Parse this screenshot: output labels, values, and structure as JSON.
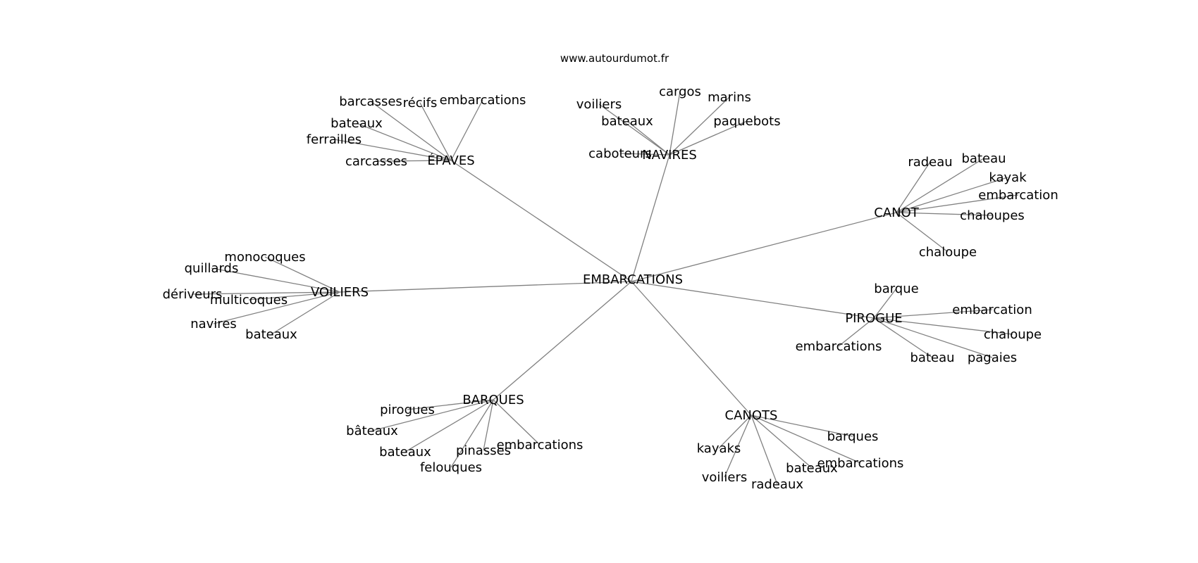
{
  "source": "www.autourdumot.fr",
  "center": "EMBARCATIONS",
  "clusters": [
    {
      "label": "ÉPAVES",
      "children": [
        "barcasses",
        "récifs",
        "embarcations",
        "bateaux",
        "ferrailles",
        "carcasses"
      ]
    },
    {
      "label": "NAVIRES",
      "children": [
        "cargos",
        "marins",
        "voiliers",
        "bateaux",
        "paquebots",
        "caboteurs"
      ]
    },
    {
      "label": "CANOT",
      "children": [
        "radeau",
        "bateau",
        "kayak",
        "embarcation",
        "chaloupes",
        "chaloupe"
      ]
    },
    {
      "label": "PIROGUE",
      "children": [
        "barque",
        "embarcation",
        "chaloupe",
        "embarcations",
        "bateau",
        "pagaies"
      ]
    },
    {
      "label": "CANOTS",
      "children": [
        "barques",
        "kayaks",
        "embarcations",
        "bateaux",
        "voiliers",
        "radeaux"
      ]
    },
    {
      "label": "BARQUES",
      "children": [
        "pirogues",
        "bâteaux",
        "bateaux",
        "pinasses",
        "embarcations",
        "felouques"
      ]
    },
    {
      "label": "VOILIERS",
      "children": [
        "monocoques",
        "quillards",
        "dériveurs",
        "multicoques",
        "navires",
        "bateaux"
      ]
    }
  ],
  "colors": {
    "edge": "#808080",
    "text": "#000000",
    "background": "#ffffff"
  }
}
